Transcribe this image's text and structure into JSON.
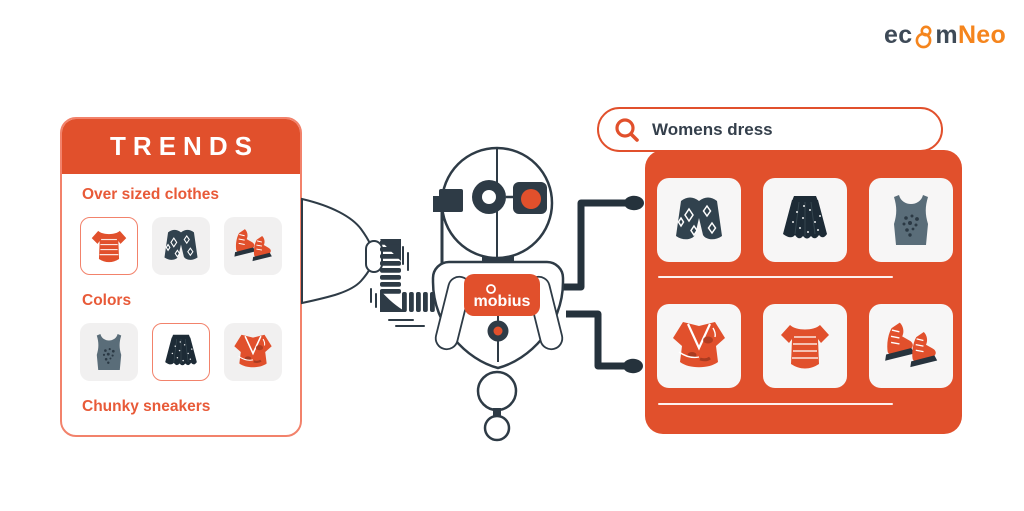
{
  "logo": {
    "prefix": "ec",
    "mid": "m",
    "suffix": "Neo"
  },
  "trends_panel": {
    "title": "TRENDS",
    "sections": [
      {
        "label": "Over sized clothes",
        "items": [
          {
            "icon": "striped-tee",
            "highlighted": true
          },
          {
            "icon": "patterned-shorts",
            "highlighted": false
          },
          {
            "icon": "sneakers",
            "highlighted": false
          }
        ]
      },
      {
        "label": "Colors",
        "items": [
          {
            "icon": "tank-top",
            "highlighted": false
          },
          {
            "icon": "dotted-skirt",
            "highlighted": true
          },
          {
            "icon": "wrap-top",
            "highlighted": false
          }
        ]
      },
      {
        "label": "Chunky sneakers",
        "items": []
      }
    ]
  },
  "search": {
    "query": "Womens dress",
    "icon": "search-icon"
  },
  "results_panel": {
    "rows": [
      {
        "items": [
          {
            "icon": "patterned-shorts"
          },
          {
            "icon": "dotted-skirt"
          },
          {
            "icon": "tank-top"
          }
        ]
      },
      {
        "items": [
          {
            "icon": "wrap-top"
          },
          {
            "icon": "striped-tee"
          },
          {
            "icon": "sneakers"
          }
        ]
      }
    ]
  },
  "robot": {
    "badge": "mobius"
  },
  "colors": {
    "primary_orange": "#E1502C",
    "salmon_border": "#F2826B",
    "outline_navy": "#2E3B46",
    "logo_orange": "#F5851D",
    "logo_gray": "#3E4A57"
  }
}
